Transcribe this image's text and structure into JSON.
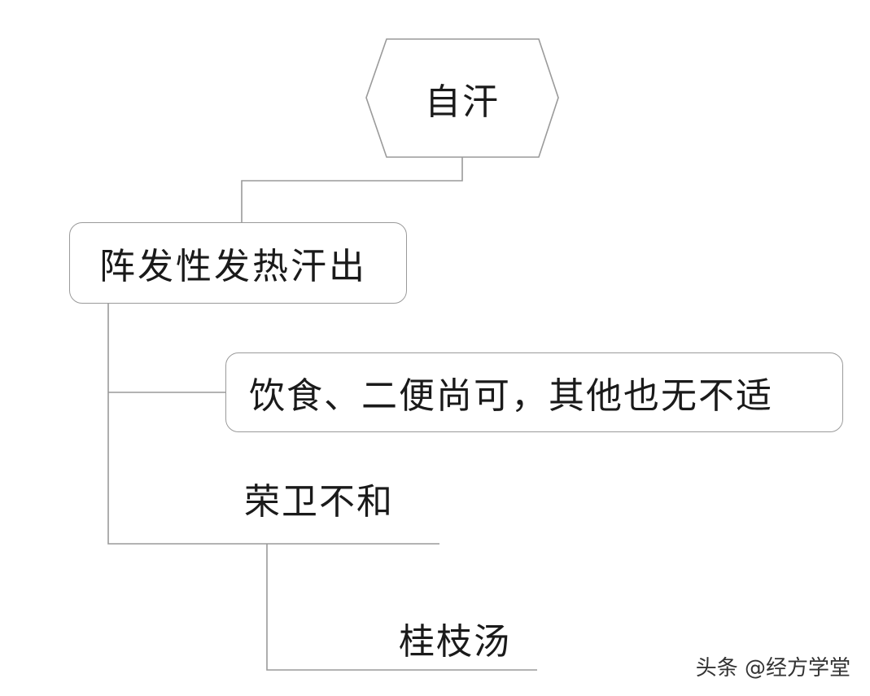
{
  "diagram": {
    "root": {
      "text": "自汗"
    },
    "nodes": [
      {
        "text": "阵发性发热汗出"
      },
      {
        "text": "饮食、二便尚可，其他也无不适"
      },
      {
        "text": "荣卫不和"
      },
      {
        "text": "桂枝汤"
      }
    ]
  },
  "watermark": {
    "text": "头条 @经方学堂"
  },
  "colors": {
    "line": "#9a9a9a",
    "text": "#1a1a1a",
    "background": "#ffffff"
  }
}
